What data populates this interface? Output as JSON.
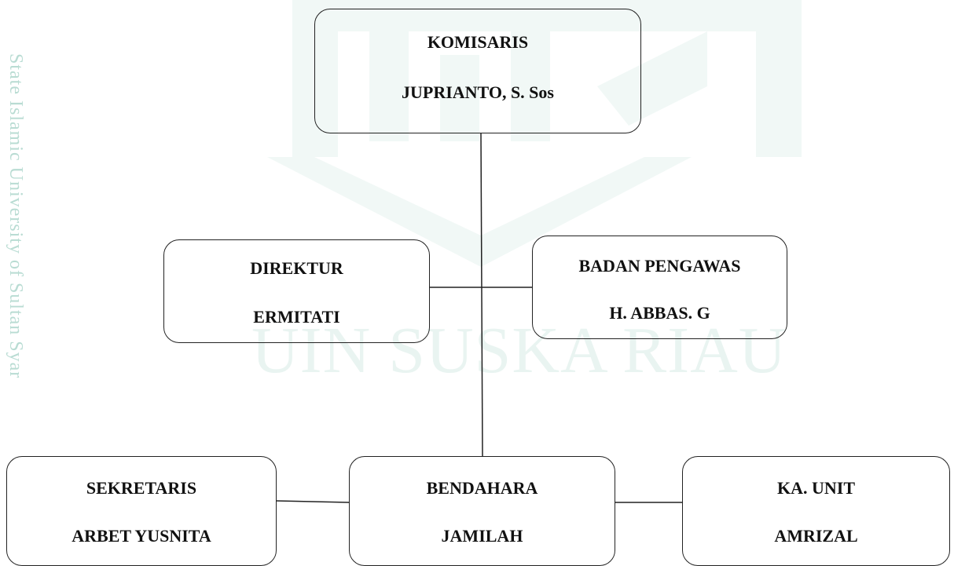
{
  "watermark": {
    "vertical_text": "State Islamic University of Sultan Syar",
    "horizontal_text": "UIN SUSKA RIAU",
    "color": "#b9dcd3"
  },
  "org_chart": {
    "komisaris": {
      "role": "KOMISARIS",
      "name": "JUPRIANTO, S. Sos"
    },
    "direktur": {
      "role": "DIREKTUR",
      "name": "ERMITATI"
    },
    "badan_pengawas": {
      "role": "BADAN PENGAWAS",
      "name": "H. ABBAS. G"
    },
    "sekretaris": {
      "role": "SEKRETARIS",
      "name": "ARBET YUSNITA"
    },
    "bendahara": {
      "role": "BENDAHARA",
      "name": "JAMILAH"
    },
    "ka_unit": {
      "role": "KA. UNIT",
      "name": "AMRIZAL"
    }
  }
}
